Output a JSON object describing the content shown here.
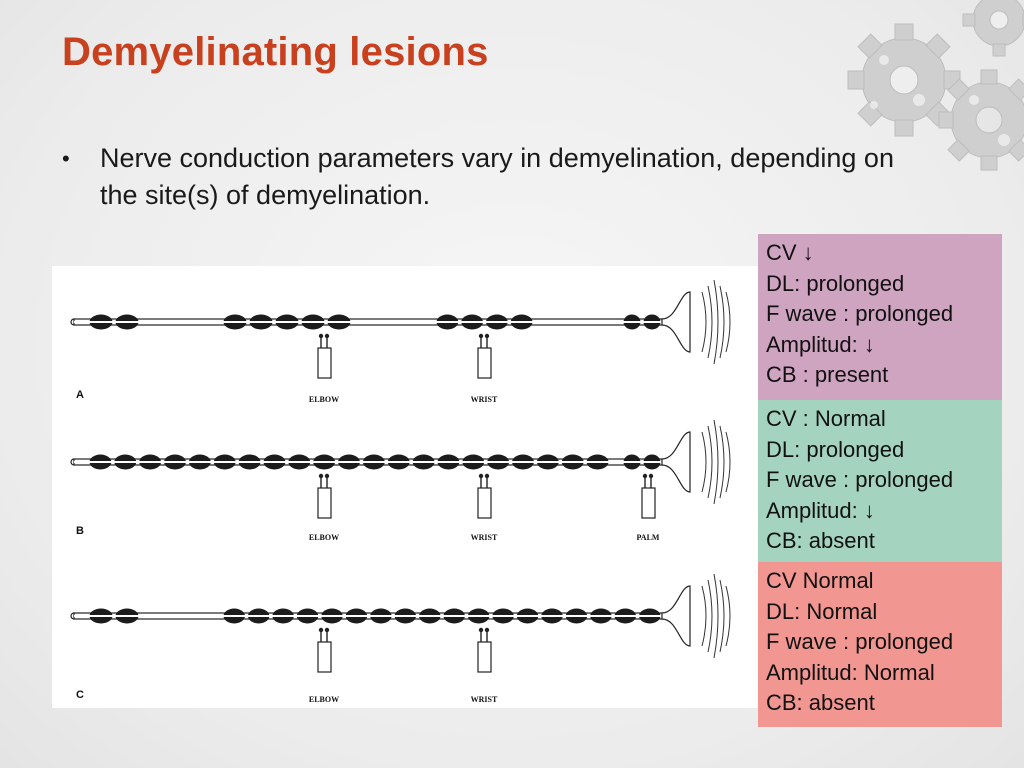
{
  "slide": {
    "title": "Demyelinating lesions",
    "bullet": "Nerve conduction parameters vary in demyelination, depending on the site(s) of demyelination."
  },
  "figure": {
    "rows": [
      {
        "letter": "A",
        "sites": [
          "ELBOW",
          "WRIST"
        ]
      },
      {
        "letter": "B",
        "sites": [
          "ELBOW",
          "WRIST",
          "PALM"
        ]
      },
      {
        "letter": "C",
        "sites": [
          "ELBOW",
          "WRIST"
        ]
      }
    ]
  },
  "boxes": [
    {
      "color": "#cfa4c1",
      "lines": [
        "CV ↓",
        "DL: prolonged",
        "F wave : prolonged",
        "Amplitud: ↓",
        "CB : present"
      ]
    },
    {
      "color": "#a4d4bf",
      "lines": [
        "CV : Normal",
        "DL: prolonged",
        "F wave : prolonged",
        "Amplitud: ↓",
        "CB: absent"
      ]
    },
    {
      "color": "#f29691",
      "lines": [
        "CV Normal",
        "DL: Normal",
        "F wave : prolonged",
        "Amplitud: Normal",
        "CB: absent"
      ]
    }
  ],
  "colors": {
    "title": "#c8401e",
    "gears": "#c9c9c9"
  },
  "decorations": {
    "gear_icon": "gears-decoration"
  }
}
